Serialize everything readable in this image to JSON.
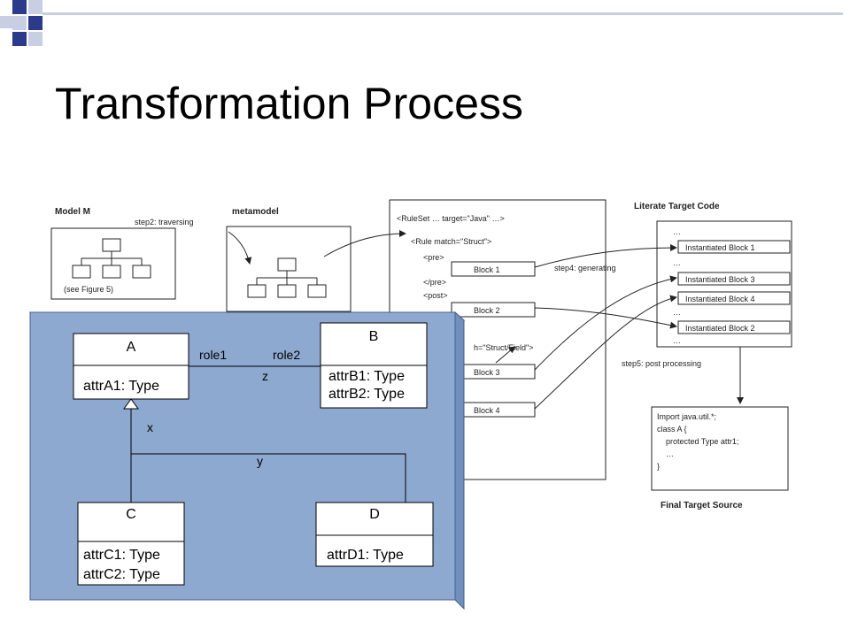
{
  "slide": {
    "title": "Transformation Process"
  },
  "figure": {
    "model_label": "Model M",
    "see_figure": "(see Figure 5)",
    "step2": "step2: traversing",
    "metamodel_label": "metamodel",
    "ruleset_open": "<RuleSet … target=\"Java\" …>",
    "rule_struct": "<Rule match=\"Struct\">",
    "pre_open": "<pre>",
    "pre_close": "</pre>",
    "post_open": "<post>",
    "rule_field_partial": "h=\"Struct/Field\">",
    "blocks": [
      "Block 1",
      "Block 2",
      "Block 3",
      "Block 4"
    ],
    "step4": "step4: generating",
    "step5": "step5: post processing",
    "literate_title": "Literate Target Code",
    "ellipsis": "…",
    "instantiated": [
      "Instantiated Block 1",
      "Instantiated Block 3",
      "Instantiated Block 4",
      "Instantiated Block 2"
    ],
    "final_code": [
      "Import java.util.*;",
      "class A {",
      "protected Type attr1;",
      "…",
      "}"
    ],
    "final_label": "Final Target Source"
  },
  "uml": {
    "classA": {
      "name": "A",
      "attrs": [
        "attrA1: Type"
      ]
    },
    "classB": {
      "name": "B",
      "attrs": [
        "attrB1: Type",
        "attrB2: Type"
      ]
    },
    "classC": {
      "name": "C",
      "attrs": [
        "attrC1: Type",
        "attrC2: Type"
      ]
    },
    "classD": {
      "name": "D",
      "attrs": [
        "attrD1: Type"
      ]
    },
    "role1": "role1",
    "role2": "role2",
    "z": "z",
    "x": "x",
    "y": "y"
  },
  "colors": {
    "overlay_fill": "#8ea9d0",
    "overlay_side": "#6f8fbd",
    "square_dark": "#2b3a8a",
    "square_light": "#c9cfe2"
  }
}
